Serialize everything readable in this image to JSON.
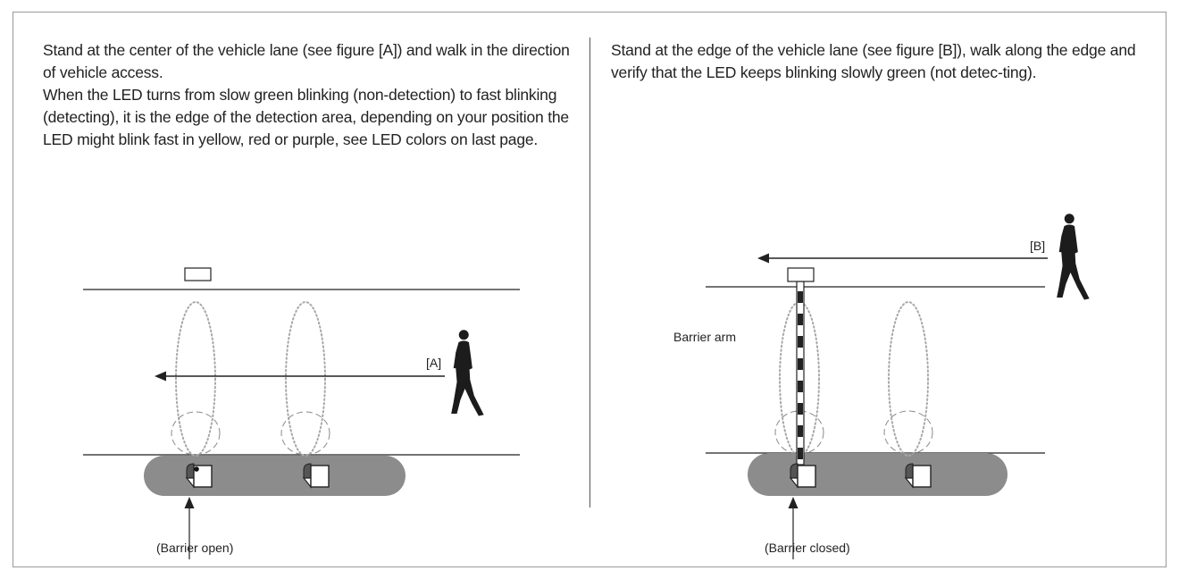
{
  "left_panel": {
    "paragraph_1": "Stand at the center of the vehicle lane (see figure [A]) and walk in the direction of vehicle access.",
    "paragraph_2": "When the LED turns from slow green blinking (non-detection) to fast blinking (detecting), it is the edge of the detection area, depending on your position the LED might blink fast in yellow, red or purple, see LED colors on last page.",
    "figure": {
      "walk_label": "[A]",
      "state_label": "(Barrier open)"
    }
  },
  "right_panel": {
    "paragraph_1": "Stand at the edge of the vehicle lane (see figure [B]), walk along the edge and verify that the LED keeps blinking slowly green (not detec-ting).",
    "figure": {
      "walk_label": "[B]",
      "arm_label": "Barrier arm",
      "state_label": "(Barrier closed)"
    }
  },
  "colors": {
    "island": "#8c8c8c",
    "lines": "#222222",
    "dotted_zone": "#a8a8a8",
    "dashed_zone": "#8a8a8a"
  }
}
